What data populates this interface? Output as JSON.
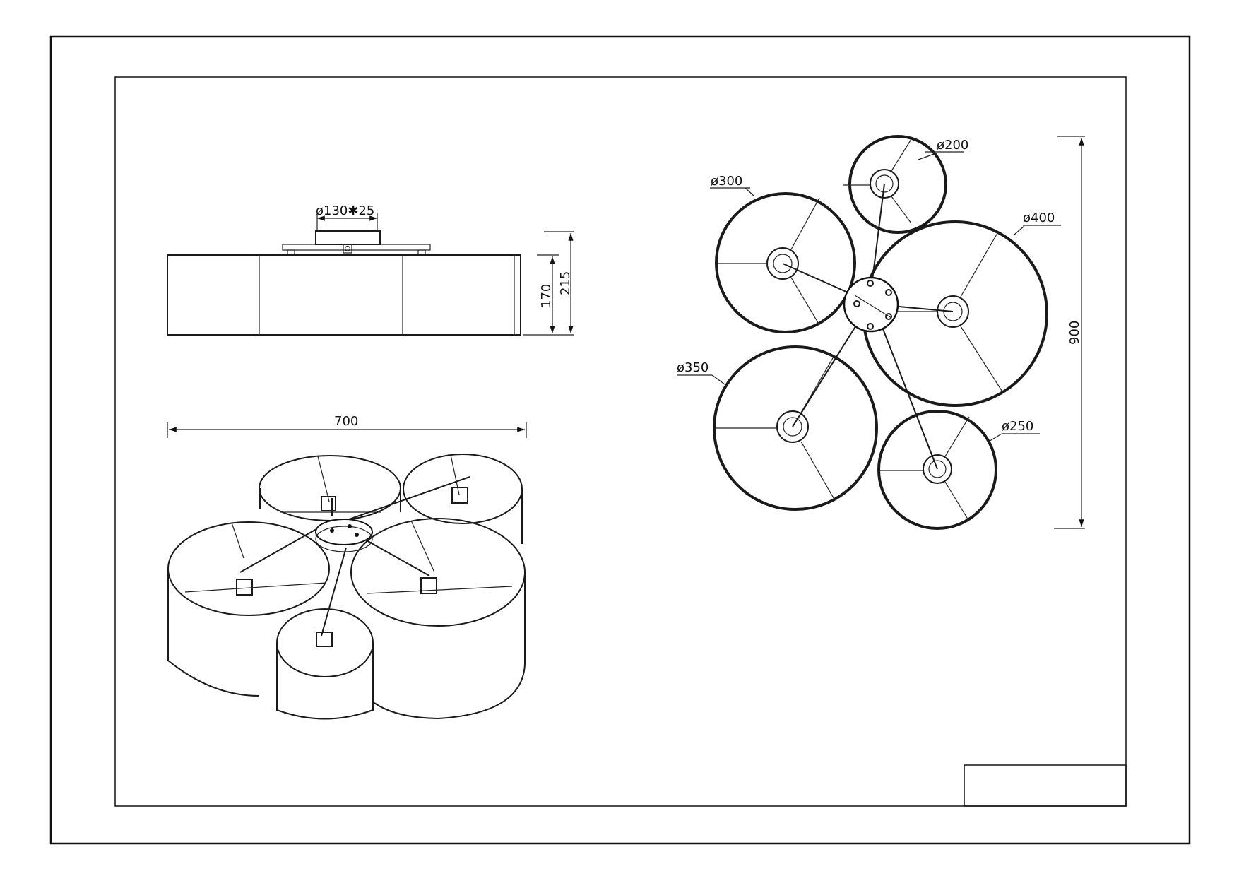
{
  "drawing": {
    "title_block_text": ""
  },
  "side_view": {
    "canopy_label": "ø130✱25",
    "height_inner_label": "170",
    "height_total_label": "215"
  },
  "perspective_view": {
    "width_label": "700"
  },
  "top_view": {
    "overall_label": "900",
    "shades": [
      {
        "id": "shade-200",
        "label": "ø200"
      },
      {
        "id": "shade-300",
        "label": "ø300"
      },
      {
        "id": "shade-400",
        "label": "ø400"
      },
      {
        "id": "shade-350",
        "label": "ø350"
      },
      {
        "id": "shade-250",
        "label": "ø250"
      }
    ]
  }
}
